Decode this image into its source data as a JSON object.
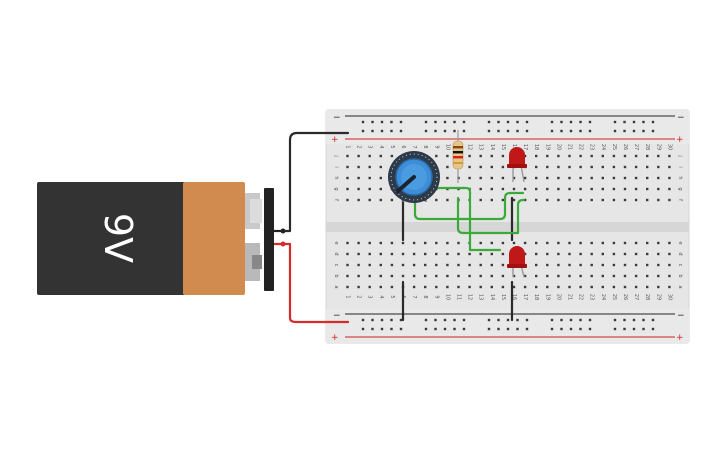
{
  "battery": {
    "label": "9V",
    "body_color": "#333333",
    "cap_color": "#d28b4e"
  },
  "breadboard": {
    "column_numbers": [
      "1",
      "2",
      "3",
      "4",
      "5",
      "6",
      "7",
      "8",
      "9",
      "10",
      "11",
      "12",
      "13",
      "14",
      "15",
      "16",
      "17",
      "18",
      "19",
      "20",
      "21",
      "22",
      "23",
      "24",
      "25",
      "26",
      "27",
      "28",
      "29",
      "30"
    ],
    "top_row_letters": [
      "j",
      "i",
      "h",
      "g",
      "f"
    ],
    "bottom_row_letters": [
      "e",
      "d",
      "c",
      "b",
      "a"
    ],
    "rail_minus": "−",
    "rail_plus": "+",
    "colors": {
      "board": "#e6e6e6",
      "hole": "#3a3a3a",
      "rail_red": "#d02020",
      "rail_black": "#222222"
    }
  },
  "wires": {
    "colors": {
      "positive": "#d42b2b",
      "negative": "#2a2a2a",
      "signal": "#3aaa3a"
    }
  },
  "components": {
    "potentiometer": {
      "knob_color": "#3d8ed8"
    },
    "resistor": {
      "body_color": "#e8c58a"
    },
    "leds": {
      "color": "#c01818"
    }
  }
}
